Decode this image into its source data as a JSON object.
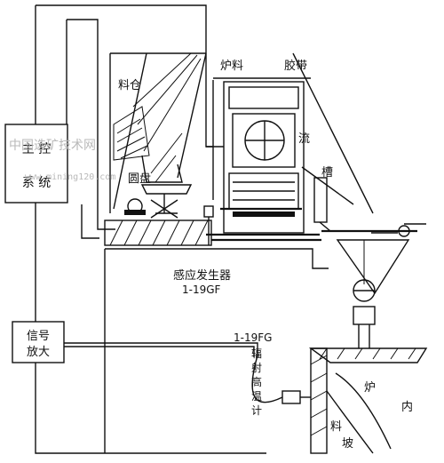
{
  "labels": {
    "main_control_1": "主  控",
    "main_control_2": "系  统",
    "signal_amp_1": "信号",
    "signal_amp_2": "放大",
    "hopper": "料仓",
    "disc": "圆盘",
    "furnace_material": "炉料",
    "belt": "胶带",
    "flow": "流",
    "chute": "槽",
    "sensor_name": "感应发生器",
    "sensor_model": "1-19GF",
    "pyrometer_model": "1-19FG",
    "pyrometer_1": "辐",
    "pyrometer_2": "射",
    "pyrometer_3": "高",
    "pyrometer_4": "温",
    "pyrometer_5": "计",
    "furnace": "炉",
    "inside": "内",
    "material": "料",
    "slope": "坡"
  },
  "watermark": {
    "text": "中国选矿技术网",
    "url": "www.mining120.com"
  }
}
